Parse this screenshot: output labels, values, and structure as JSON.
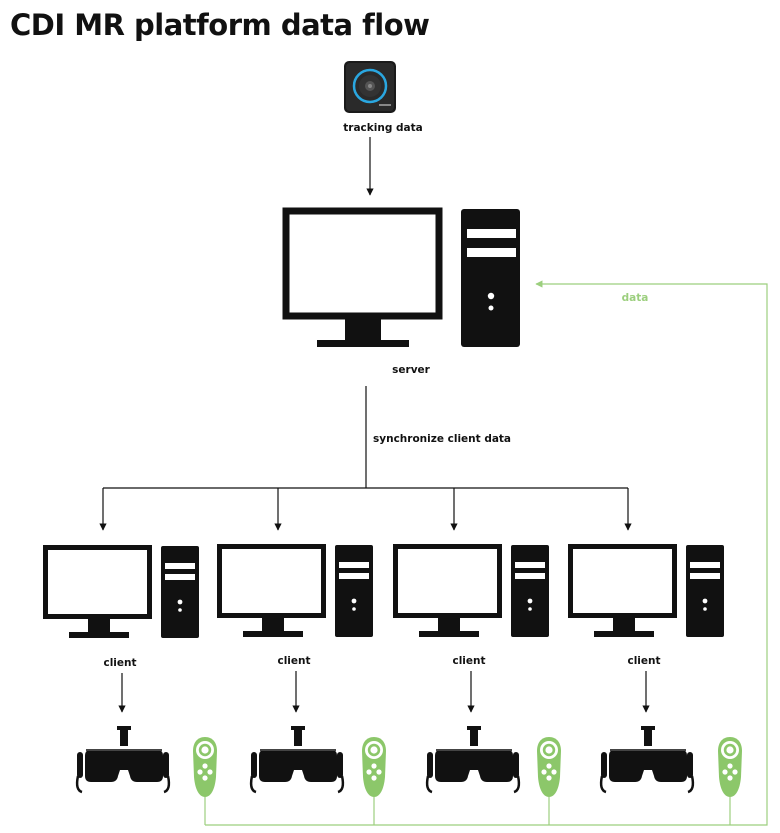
{
  "title": "CDI MR platform data flow",
  "labels": {
    "tracking": "tracking data",
    "server": "server",
    "sync": "synchronize client data",
    "data": "data"
  },
  "clients": [
    {
      "label": "client"
    },
    {
      "label": "client"
    },
    {
      "label": "client"
    },
    {
      "label": "client"
    }
  ],
  "colors": {
    "ink": "#111111",
    "feedback": "#9ccf7e",
    "controller": "#8cc76a",
    "tracker_ring": "#2aa7e0"
  },
  "icons": {
    "tracker": "tracking-camera-icon",
    "server": "server-workstation-icon",
    "client": "client-workstation-icon",
    "headset": "vr-headset-icon",
    "controller": "vr-controller-icon"
  }
}
